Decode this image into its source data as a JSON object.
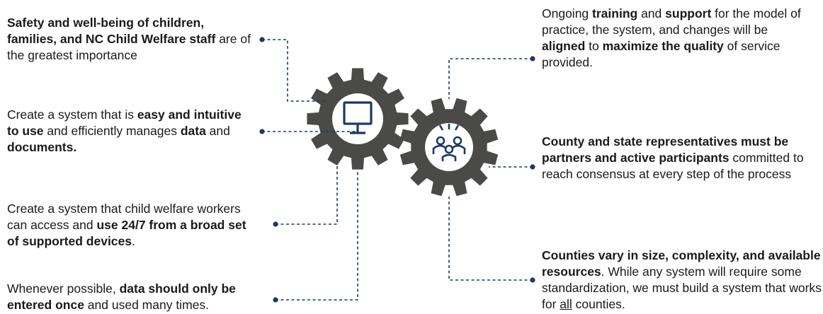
{
  "left_items": [
    {
      "segments": [
        {
          "text": "Safety and well-being of children, families, and NC Child Welfare staff",
          "style": "bold"
        },
        {
          "text": " are of the greatest importance"
        }
      ]
    },
    {
      "segments": [
        {
          "text": "Create a system that is "
        },
        {
          "text": "easy and intuitive to use",
          "style": "bold"
        },
        {
          "text": " and efficiently manages "
        },
        {
          "text": "data",
          "style": "bold"
        },
        {
          "text": " and "
        },
        {
          "text": "documents.",
          "style": "bold"
        }
      ]
    },
    {
      "segments": [
        {
          "text": "Create a system that child welfare workers can access and "
        },
        {
          "text": "use 24/7 from a broad set of supported devices",
          "style": "bold"
        },
        {
          "text": "."
        }
      ]
    },
    {
      "segments": [
        {
          "text": "Whenever possible, "
        },
        {
          "text": "data should only be entered once",
          "style": "bold"
        },
        {
          "text": " and used many times."
        }
      ]
    }
  ],
  "right_items": [
    {
      "segments": [
        {
          "text": "Ongoing "
        },
        {
          "text": "training",
          "style": "bold"
        },
        {
          "text": " and "
        },
        {
          "text": "support",
          "style": "bold"
        },
        {
          "text": " for the model of practice, the system, and changes will be "
        },
        {
          "text": "aligned",
          "style": "bold"
        },
        {
          "text": " to "
        },
        {
          "text": "maximize the quality",
          "style": "bold"
        },
        {
          "text": " of service provided."
        }
      ]
    },
    {
      "segments": [
        {
          "text": "County and state representatives must be partners and active participants",
          "style": "bold"
        },
        {
          "text": " committed to reach consensus at every step of the process"
        }
      ]
    },
    {
      "segments": [
        {
          "text": "Counties vary in size, complexity, and available resources",
          "style": "bold"
        },
        {
          "text": ". While any system will require some standardization, we must build a system that works for "
        },
        {
          "text": "all",
          "style": "underline"
        },
        {
          "text": " counties."
        }
      ]
    }
  ],
  "icons": {
    "left_gear": "monitor-icon",
    "right_gear": "people-group-icon"
  },
  "colors": {
    "gear": "#4a4a48",
    "gear_hub": "#ffffff",
    "icon": "#1f3864",
    "connector": "#1f3864",
    "text": "#1a1a1a"
  }
}
